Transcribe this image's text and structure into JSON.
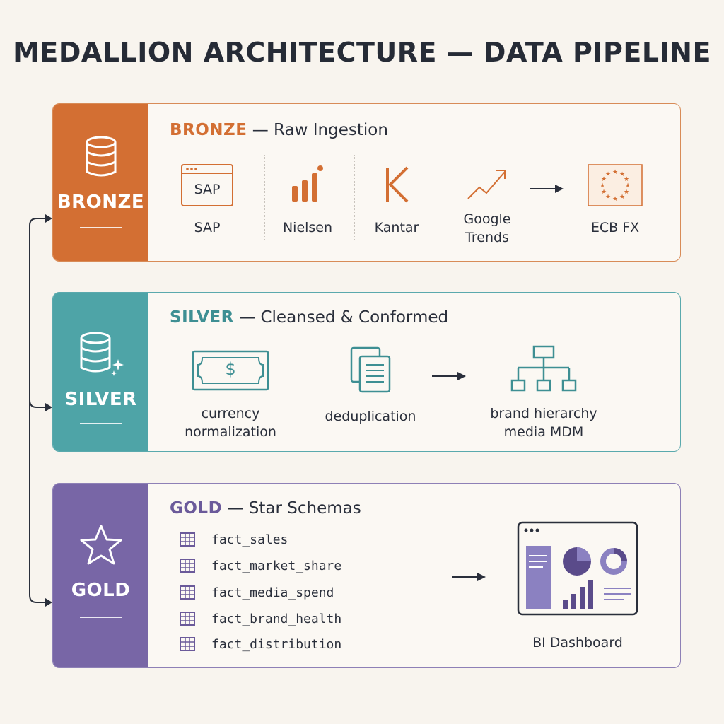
{
  "title": "MEDALLION ARCHITECTURE — DATA PIPELINE",
  "colors": {
    "bronze": "#d36f33",
    "silver": "#4ea4a7",
    "gold": "#7866a6",
    "background": "#f8f4ee"
  },
  "bronze": {
    "side_label": "BRONZE",
    "tier": "BRONZE",
    "heading": " — Raw Ingestion",
    "sources": [
      {
        "label": "SAP",
        "icon": "sap-window-icon",
        "icon_text": "SAP"
      },
      {
        "label": "Nielsen",
        "icon": "bar-chart-icon"
      },
      {
        "label": "Kantar",
        "icon": "kantar-k-icon"
      },
      {
        "label_line1": "Google",
        "label_line2": "Trends",
        "icon": "trend-arrow-icon"
      }
    ],
    "target": {
      "label": "ECB FX",
      "icon": "eu-flag-icon"
    }
  },
  "silver": {
    "side_label": "SILVER",
    "tier": "SILVER",
    "heading": " — Cleansed & Conformed",
    "steps": [
      {
        "label_line1": "currency",
        "label_line2": "normalization",
        "icon": "banknote-icon",
        "icon_text": "$"
      },
      {
        "label": "deduplication",
        "icon": "duplicate-docs-icon"
      }
    ],
    "target": {
      "label_line1": "brand hierarchy",
      "label_line2": "media MDM",
      "icon": "hierarchy-icon"
    }
  },
  "gold": {
    "side_label": "GOLD",
    "tier": "GOLD",
    "heading": " — Star Schemas",
    "tables": [
      "fact_sales",
      "fact_market_share",
      "fact_media_spend",
      "fact_brand_health",
      "fact_distribution"
    ],
    "target": {
      "label": "BI Dashboard",
      "icon": "dashboard-icon"
    }
  }
}
